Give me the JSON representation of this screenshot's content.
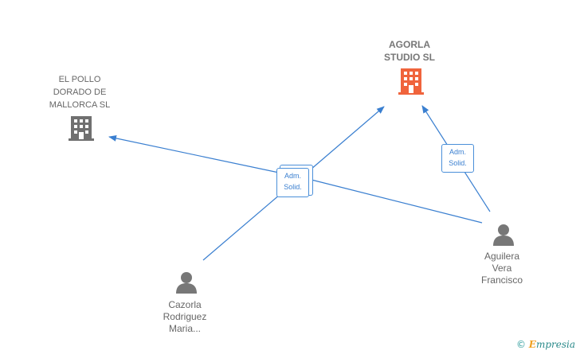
{
  "companies": {
    "pollo": {
      "name": "EL POLLO\nDORADO DE\nMALLORCA  SL",
      "color": "#707070"
    },
    "agorla": {
      "name": "AGORLA\nSTUDIO  SL",
      "color": "#f0643c"
    }
  },
  "persons": {
    "cazorla": {
      "name": "Cazorla\nRodriguez\nMaria..."
    },
    "aguilera": {
      "name": "Aguilera\nVera\nFrancisco"
    }
  },
  "relations": {
    "center": {
      "line1": "Adm.",
      "line2": "Solid."
    },
    "right": {
      "line1": "Adm.",
      "line2": "Solid."
    }
  },
  "colors": {
    "edge": "#3a7fd0",
    "person": "#777777"
  },
  "brand": {
    "copyright": "©",
    "initial": "E",
    "rest": "mpresia"
  }
}
